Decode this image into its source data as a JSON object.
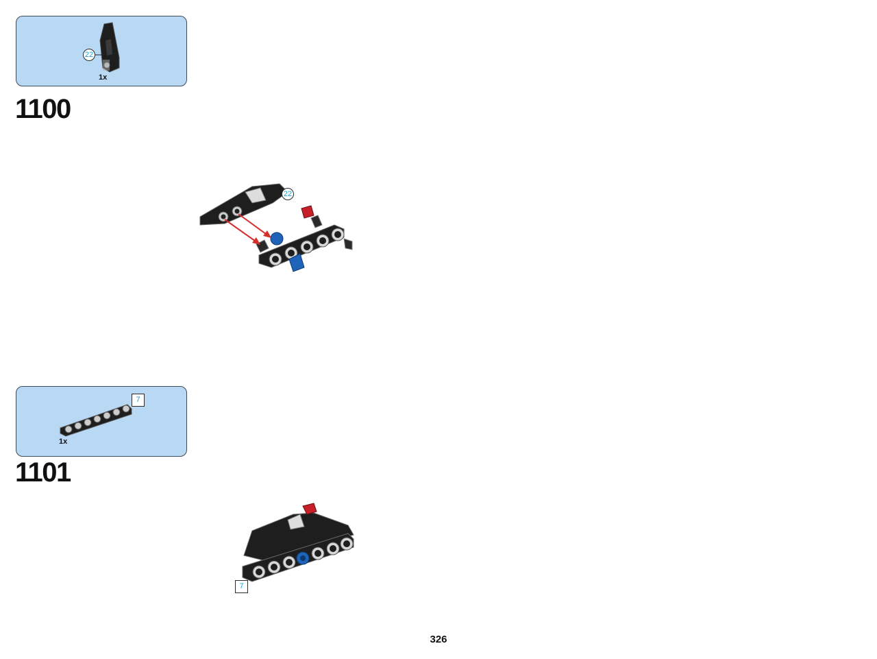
{
  "steps": [
    {
      "number": "1100",
      "parts": [
        {
          "quantity": "1x",
          "element_callout": "22",
          "part": "angled-panel-icon"
        }
      ],
      "assembly_callout": "22",
      "arrow_color": "#d62d2d"
    },
    {
      "number": "1101",
      "parts": [
        {
          "quantity": "1x",
          "element_callout": "7",
          "part": "liftarm-7-icon"
        }
      ],
      "assembly_callout": "7"
    }
  ],
  "colors": {
    "parts_box": "#b9d8f3",
    "callout_text": "#1a9fd6",
    "part_black": "#1e1e1e",
    "pin_blue": "#1f64b8",
    "pin_red": "#c8202a"
  },
  "page_number": "326"
}
